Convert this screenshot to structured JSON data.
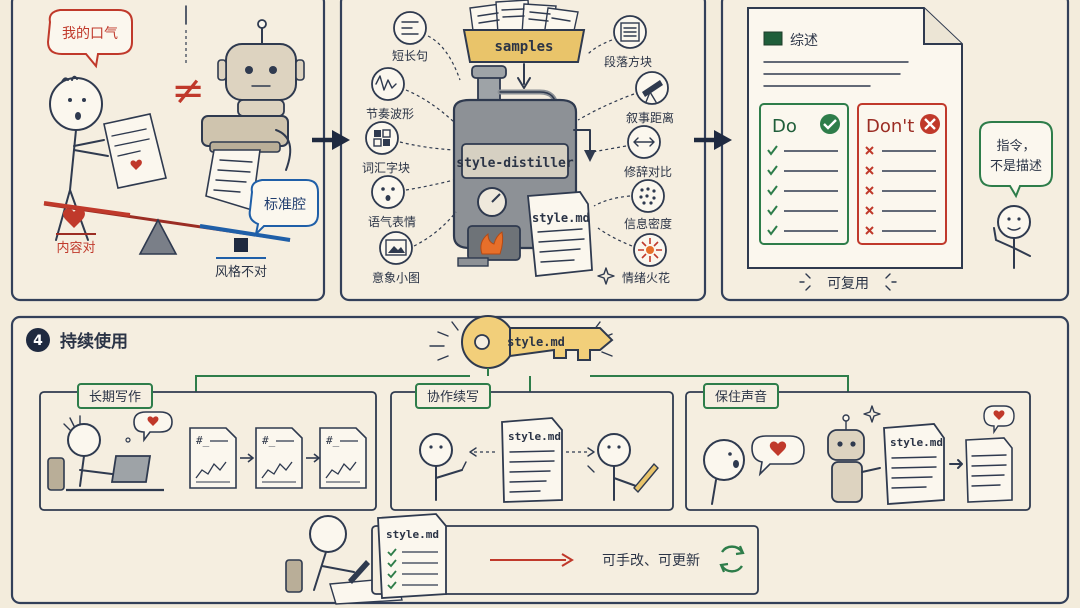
{
  "panel1": {
    "speech_label": "我的口气",
    "not_equal": "≠",
    "robot_voice_label": "标准腔",
    "content_ok_label": "内容对",
    "style_wrong_label": "风格不对"
  },
  "panel2": {
    "samples_label": "samples",
    "machine_label": "style-distiller",
    "output_file": "style.md",
    "features_left": [
      "短长句",
      "节奏波形",
      "词汇字块",
      "语气表情",
      "意象小图"
    ],
    "features_right": [
      "段落方块",
      "叙事距离",
      "修辞对比",
      "信息密度",
      "情绪火花"
    ]
  },
  "panel3": {
    "doc_title": "综述",
    "do_label": "Do",
    "dont_label": "Don't",
    "speech": [
      "指令，",
      "不是描述"
    ],
    "reusable_label": "可复用"
  },
  "section4": {
    "number": "4",
    "title": "持续使用",
    "key_file": "style.md",
    "branches": [
      {
        "label": "长期写作"
      },
      {
        "label": "协作续写",
        "file": "style.md"
      },
      {
        "label": "保住声音",
        "file": "style.md"
      }
    ],
    "bottom_file": "style.md",
    "bottom_caption": "可手改、可更新"
  }
}
